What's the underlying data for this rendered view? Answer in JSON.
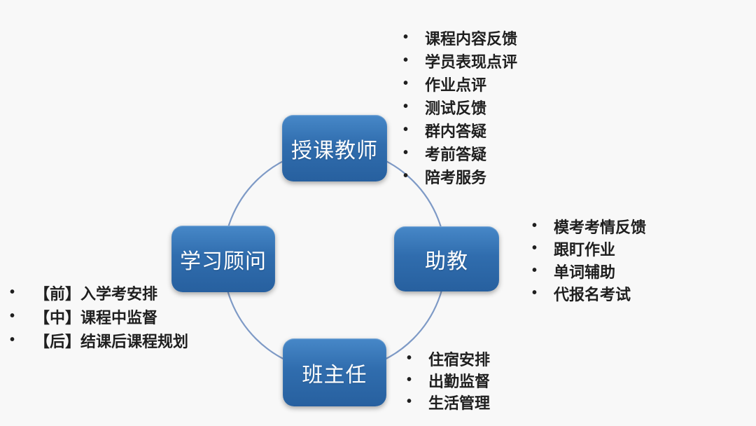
{
  "diagram": {
    "background_color": "#f8f8f8",
    "circle_color": "#7e9ac6",
    "node_fill_top": "#4788c8",
    "node_fill_bottom": "#27609f",
    "node_text_color": "#ffffff",
    "list_text_color": "#1f1f1f",
    "bullet_glyph": "•"
  },
  "nodes": {
    "teacher": {
      "label": "授课教师"
    },
    "assistant": {
      "label": "助教"
    },
    "head": {
      "label": "班主任"
    },
    "advisor": {
      "label": "学习顾问"
    }
  },
  "lists": {
    "teacher": {
      "items": [
        "课程内容反馈",
        "学员表现点评",
        "作业点评",
        "测试反馈",
        "群内答疑",
        "考前答疑",
        "陪考服务"
      ]
    },
    "assistant": {
      "items": [
        "模考考情反馈",
        "跟盯作业",
        "单词辅助",
        "代报名考试"
      ]
    },
    "head": {
      "items": [
        "住宿安排",
        "出勤监督",
        "生活管理"
      ]
    },
    "advisor": {
      "items": [
        "【前】入学考安排",
        "【中】课程中监督",
        "【后】结课后课程规划"
      ]
    }
  }
}
